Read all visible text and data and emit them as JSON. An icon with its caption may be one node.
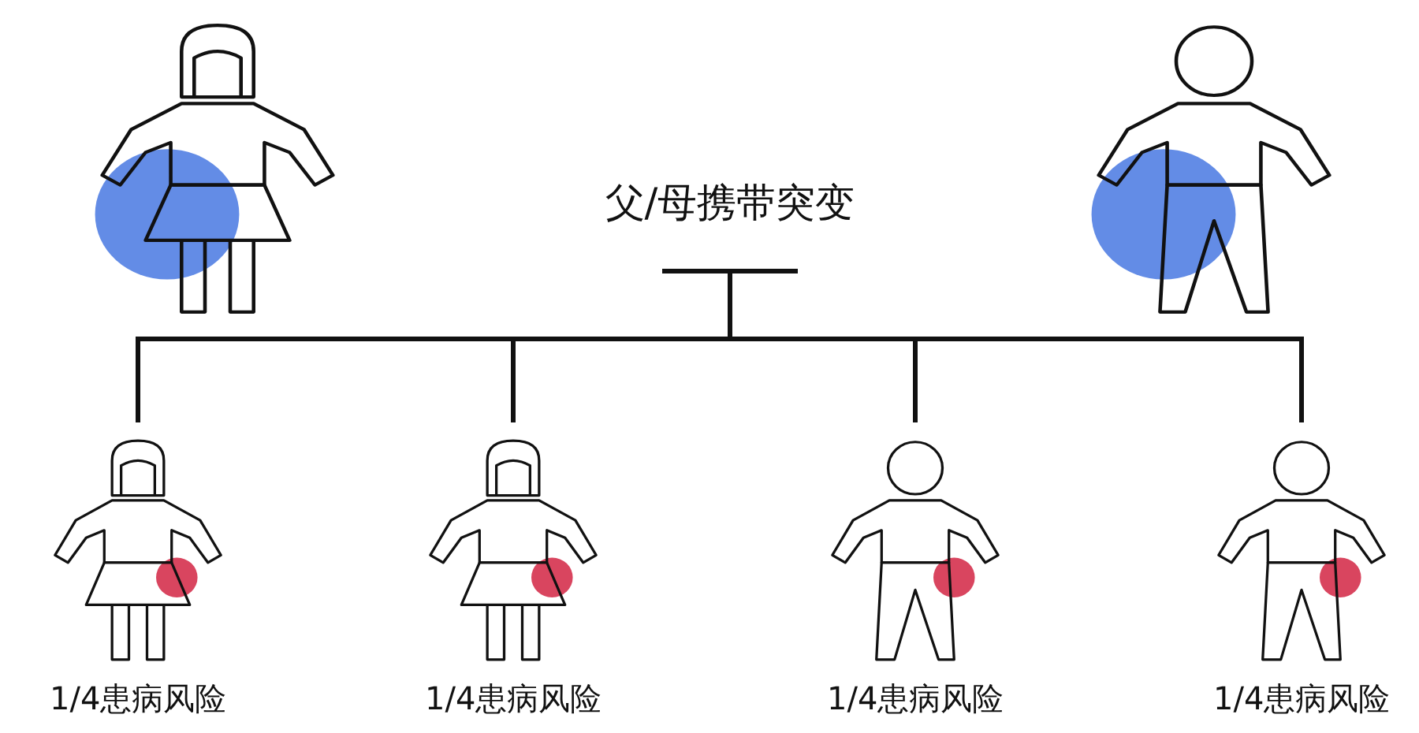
{
  "diagram": {
    "nodes": [
      {
        "text": [],
        "shape": "person"
      },
      {
        "text": [],
        "shape": "person"
      },
      {
        "text": [
          "父/母携带突变"
        ]
      },
      {
        "text": [],
        "shape": "person",
        "beside": [
          "1/4患病风险"
        ]
      },
      {
        "text": [],
        "shape": "person",
        "beside": [
          "1/4患病风险"
        ]
      },
      {
        "text": [],
        "shape": "person",
        "beside": [
          "1/4患病风险"
        ]
      },
      {
        "text": [],
        "shape": "person",
        "beside": [
          "1/4患病风险"
        ]
      }
    ],
    "edges": [
      {
        "from": 2,
        "to": 3,
        "arrow": "none"
      },
      {
        "from": 2,
        "to": 4,
        "arrow": "none"
      },
      {
        "from": 2,
        "to": 5,
        "arrow": "none"
      },
      {
        "from": 2,
        "to": 6,
        "arrow": "none"
      }
    ]
  }
}
